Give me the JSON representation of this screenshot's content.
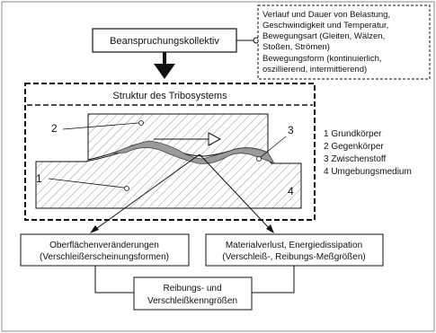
{
  "load_box": {
    "label": "Beanspruchungskollektiv"
  },
  "load_parameters": {
    "lines": [
      "Verlauf und Dauer von Belastung,",
      "Geschwindigkeit und Temperatur,",
      "Bewegungsart (Gleiten, Wälzen,",
      "Stoßen, Strömen)",
      "Bewegungsform (kontinuierlich,",
      "oszillierend, intermittierend)"
    ]
  },
  "tribosystem": {
    "title": "Struktur des Tribosystems",
    "callouts": [
      "2",
      "3",
      "1",
      "4"
    ]
  },
  "legend": {
    "items": [
      "1  Grundkörper",
      "2  Gegenkörper",
      "3  Zwischenstoff",
      "4  Umgebungsmedium"
    ]
  },
  "outputs": {
    "surface": [
      "Oberflächenveränderungen",
      "(Verschleißerscheinungsformen)"
    ],
    "material": [
      "Materialverlust, Energiedissipation",
      "(Verschleiß-, Reibungs-Meßgrößen)"
    ],
    "friction": [
      "Reibungs- und",
      "Verschleißkenngrößen"
    ]
  }
}
